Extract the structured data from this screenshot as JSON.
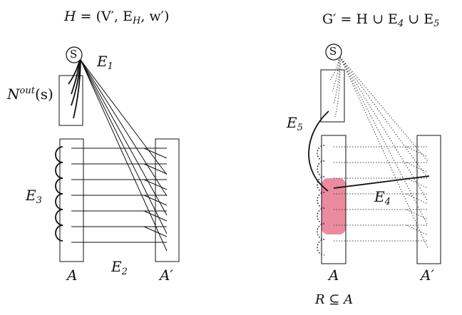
{
  "left_panel": {
    "title": {
      "lhs": "H",
      "eq": " = (V′, E",
      "sub": "H",
      "rest": ", w′)"
    },
    "source_label": "S",
    "e1": {
      "base": "E",
      "sub": "1"
    },
    "nout": {
      "base": "N",
      "sup": "out",
      "arg": "(s)"
    },
    "e3": {
      "base": "E",
      "sub": "3"
    },
    "e2": {
      "base": "E",
      "sub": "2"
    },
    "a": "A",
    "a_prime": "A′"
  },
  "right_panel": {
    "title": {
      "lhs": "G′ = H ∪ E",
      "sub1": "4",
      "mid": " ∪ E",
      "sub2": "5"
    },
    "source_label": "S",
    "e5": {
      "base": "E",
      "sub": "5"
    },
    "e4": {
      "base": "E",
      "sub": "4"
    },
    "a": "A",
    "a_prime": "A′",
    "subset": "R ⊆ A"
  },
  "colors": {
    "highlight": "#ec8aa0",
    "ink": "#111111",
    "dotted": "#444444"
  }
}
